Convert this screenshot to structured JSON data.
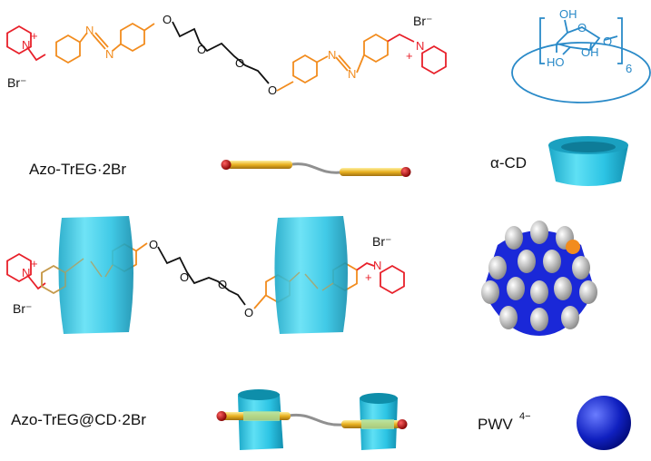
{
  "labels": {
    "azo_treg": "Azo-TrEG·2Br",
    "alpha_cd": "α-CD",
    "azo_treg_cd": "Azo-TrEG@CD·2Br",
    "pwv": "PWV",
    "pwv_charge": "4−",
    "bromide": "Br⁻",
    "nitrogen": "N",
    "plus": "+",
    "oxygen": "O",
    "oh": "OH",
    "ho": "HO",
    "repeat_count": "6"
  },
  "colors": {
    "pyridinium": "#e8202a",
    "azobenzene": "#f28c1e",
    "linker": "#111111",
    "cyclodextrin_line": "#2a8ac8",
    "cyclodextrin_cylinder": "#2cc4e4",
    "pwv_blue": "#1020d0",
    "rod_gold": "#e8b020",
    "rod_cap": "#b01010"
  }
}
